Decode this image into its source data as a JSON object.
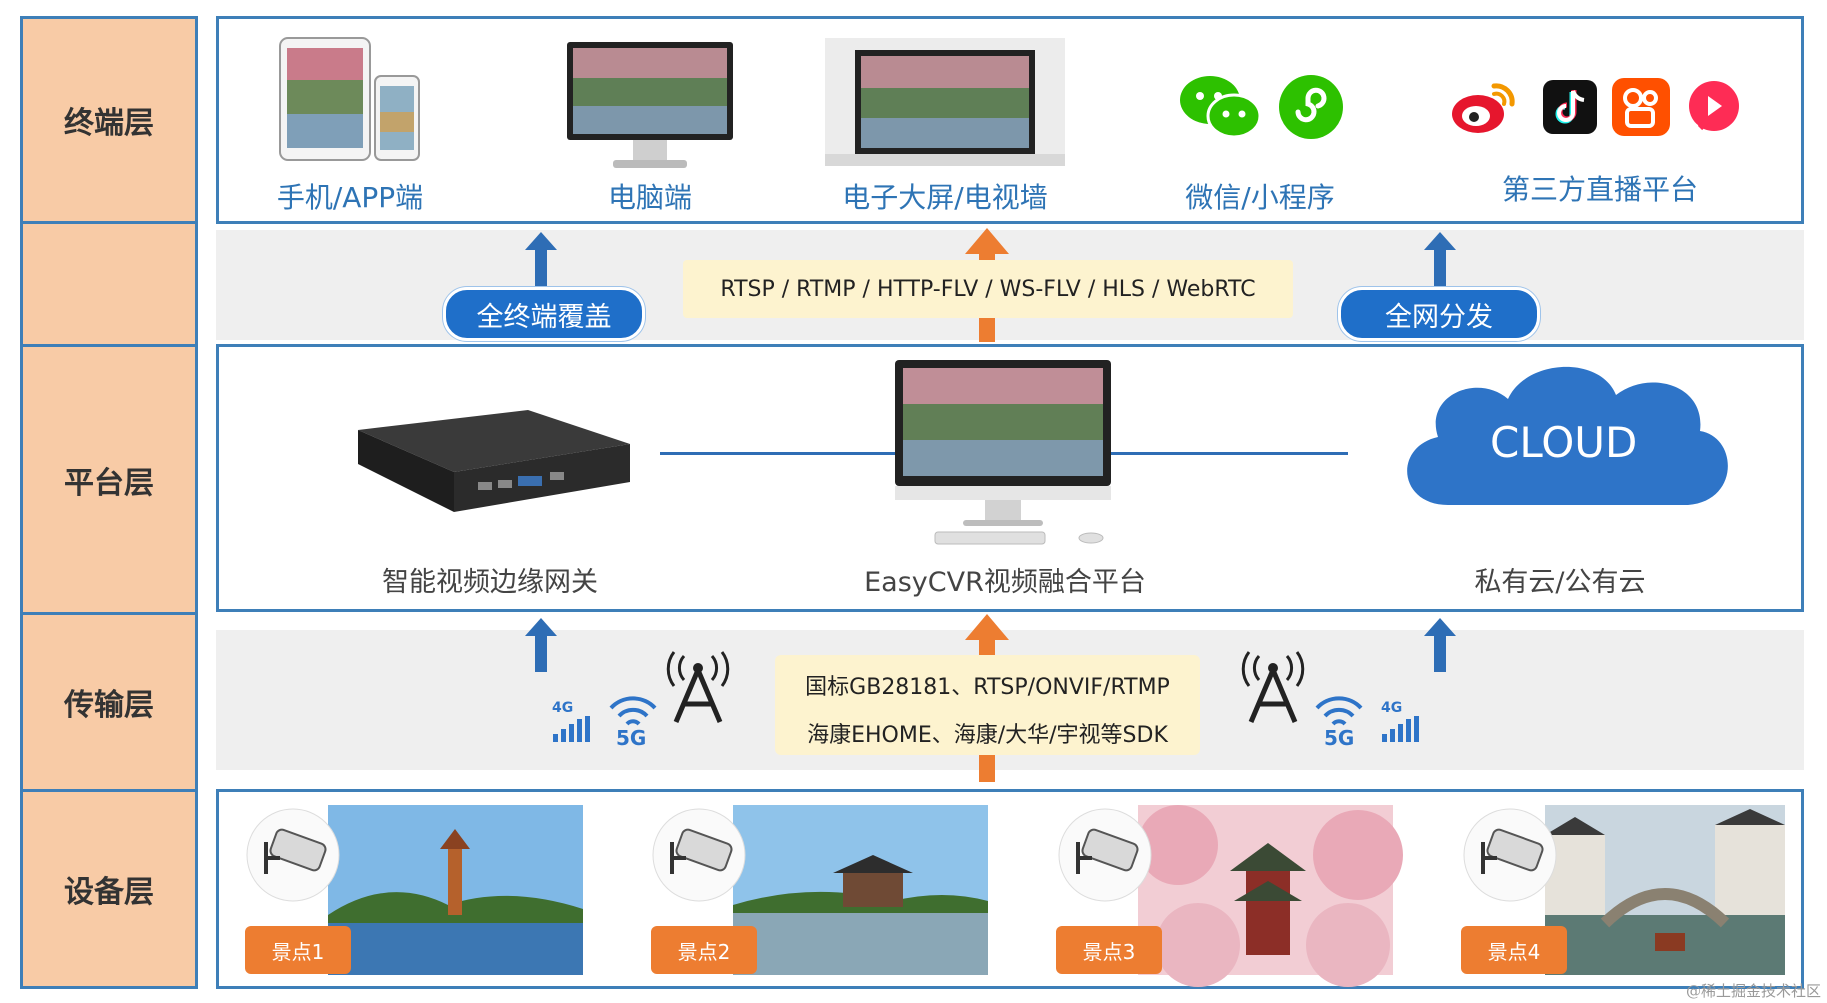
{
  "layers": {
    "terminal": "终端层",
    "middle": "",
    "platform": "平台层",
    "transport": "传输层",
    "device": "设备层"
  },
  "terminal": {
    "mobile": "手机/APP端",
    "pc": "电脑端",
    "screen": "电子大屏/电视墙",
    "wechat": "微信/小程序",
    "third_party": "第三方直播平台"
  },
  "distribution": {
    "left_pill": "全终端覆盖",
    "right_pill": "全网分发",
    "protocols": "RTSP / RTMP / HTTP-FLV / WS-FLV / HLS / WebRTC"
  },
  "platform": {
    "gateway": "智能视频边缘网关",
    "easycvr": "EasyCVR视频融合平台",
    "cloud_text": "CLOUD",
    "cloud_label": "私有云/公有云"
  },
  "transport": {
    "line1": "国标GB28181、RTSP/ONVIF/RTMP",
    "line2": "海康EHOME、海康/大华/宇视等SDK",
    "badge_4g": "4G",
    "badge_5g": "5G"
  },
  "devices": {
    "spot1": "景点1",
    "spot2": "景点2",
    "spot3": "景点3",
    "spot4": "景点4"
  },
  "watermark": "@稀土掘金技术社区",
  "colors": {
    "layer_fill": "#f8cba6",
    "border_blue": "#3e7fb8",
    "label_blue": "#2e74b5",
    "pill_blue": "#1f6fc9",
    "orange": "#ed7d31",
    "proto_fill": "#fdf3cf"
  }
}
